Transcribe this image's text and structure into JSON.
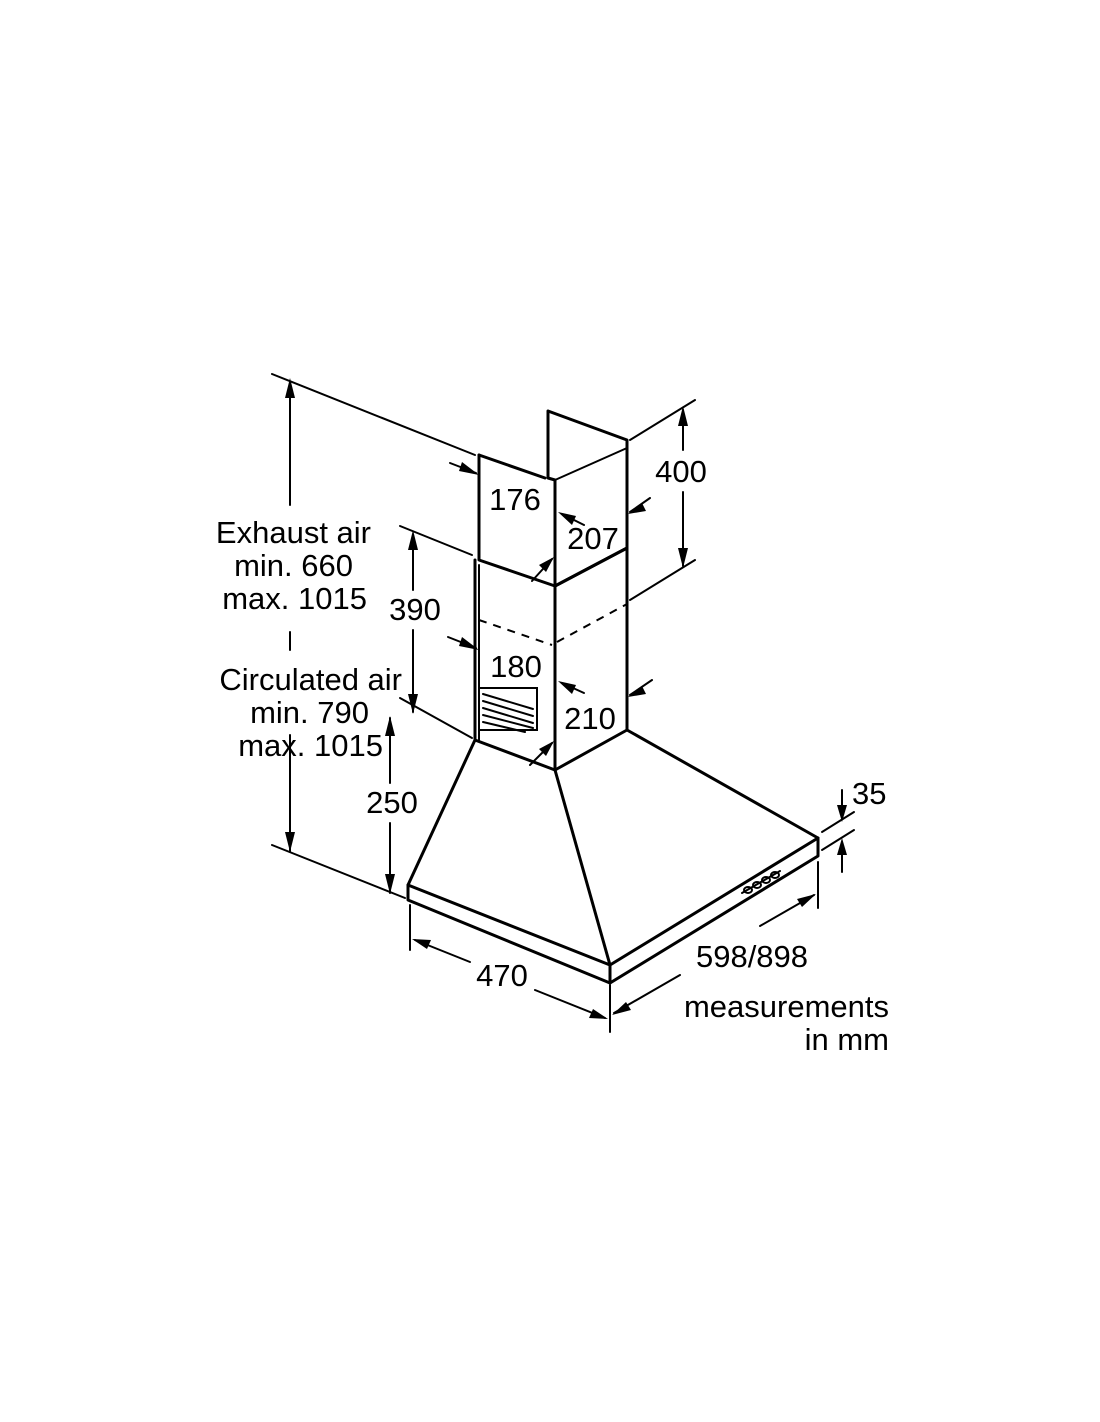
{
  "labels": {
    "exhaust_title": "Exhaust air",
    "exhaust_min": "min. 660",
    "exhaust_max": "max. 1015",
    "circulated_title": "Circulated air",
    "circulated_min": "min. 790",
    "circulated_max": "max. 1015",
    "dim_176": "176",
    "dim_207": "207",
    "dim_400": "400",
    "dim_390": "390",
    "dim_180": "180",
    "dim_210": "210",
    "dim_250": "250",
    "dim_35": "35",
    "dim_470": "470",
    "dim_598_898": "598/898",
    "units_line1": "measurements",
    "units_line2": "in mm"
  },
  "colors": {
    "line": "#000000",
    "background": "#ffffff"
  }
}
